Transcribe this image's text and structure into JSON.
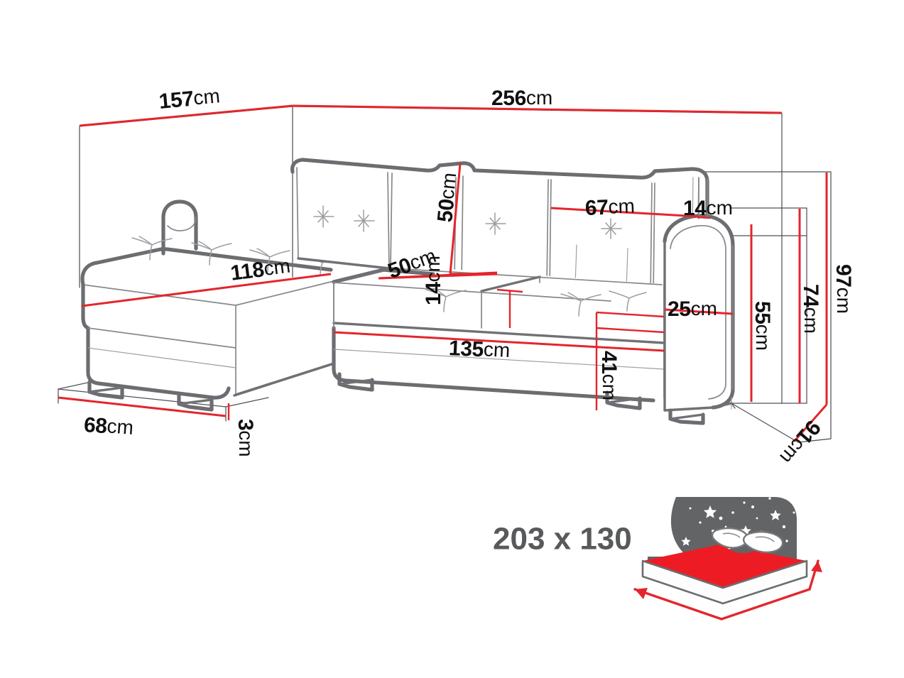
{
  "diagram": {
    "title": "Corner Sofa Bed Dimension Diagram",
    "product_type": "corner-sofa-bed",
    "unit_suffix": "cm",
    "colors": {
      "dimension_red": "#e3262c",
      "outline_gray": "#6b6d70",
      "construction_gray": "#4f5153",
      "label_black": "#101010",
      "bed_text_gray": "#58595b",
      "bed_headboard_gray": "#636466",
      "mattress_red": "#ed1c24",
      "background": "#ffffff"
    }
  },
  "dimensions": {
    "overall_depth_left": {
      "value": "157",
      "unit": "cm",
      "label": "157cm",
      "position": "top-left",
      "orientation": "horizontal"
    },
    "overall_width": {
      "value": "256",
      "unit": "cm",
      "label": "256cm",
      "position": "top-right",
      "orientation": "horizontal"
    },
    "chaise_seat_length": {
      "value": "118",
      "unit": "cm",
      "label": "118cm",
      "position": "chaise-seat",
      "orientation": "diagonal"
    },
    "backrest_height": {
      "value": "50",
      "unit": "cm",
      "label": "50cm",
      "position": "backrest-vertical",
      "orientation": "vertical"
    },
    "seat_depth": {
      "value": "50",
      "unit": "cm",
      "label": "50cm",
      "position": "seat-depth-diagonal",
      "orientation": "diagonal"
    },
    "seat_cushion_thickness": {
      "value": "14",
      "unit": "cm",
      "label": "14cm",
      "position": "seat-cushion-edge",
      "orientation": "vertical"
    },
    "main_seat_width": {
      "value": "135",
      "unit": "cm",
      "label": "135cm",
      "position": "main-seat-front",
      "orientation": "horizontal"
    },
    "single_cushion_width": {
      "value": "67",
      "unit": "cm",
      "label": "67cm",
      "position": "backrest-cushion",
      "orientation": "horizontal"
    },
    "armrest_top_width": {
      "value": "14",
      "unit": "cm",
      "label": "14cm",
      "position": "armrest-top",
      "orientation": "horizontal"
    },
    "armrest_width": {
      "value": "25",
      "unit": "cm",
      "label": "25cm",
      "position": "armrest-front",
      "orientation": "horizontal"
    },
    "seat_height": {
      "value": "41",
      "unit": "cm",
      "label": "41cm",
      "position": "seat-height-right",
      "orientation": "vertical"
    },
    "armrest_height": {
      "value": "55",
      "unit": "cm",
      "label": "55cm",
      "position": "armrest-side",
      "orientation": "vertical"
    },
    "back_height_low": {
      "value": "74",
      "unit": "cm",
      "label": "74cm",
      "position": "right-outer-1",
      "orientation": "vertical"
    },
    "total_height": {
      "value": "97",
      "unit": "cm",
      "label": "97cm",
      "position": "right-outer-2",
      "orientation": "vertical"
    },
    "side_depth_right": {
      "value": "91",
      "unit": "cm",
      "label": "91cm",
      "position": "bottom-right-diagonal",
      "orientation": "diagonal"
    },
    "chaise_depth": {
      "value": "68",
      "unit": "cm",
      "label": "68cm",
      "position": "bottom-left",
      "orientation": "horizontal"
    },
    "foot_height": {
      "value": "3",
      "unit": "cm",
      "label": "3cm",
      "position": "bottom-left-foot",
      "orientation": "vertical"
    }
  },
  "sleeping_area": {
    "label": "203 x 130",
    "width": "203",
    "length": "130",
    "separator": "x",
    "icon_name": "bed-with-starry-night-icon"
  }
}
